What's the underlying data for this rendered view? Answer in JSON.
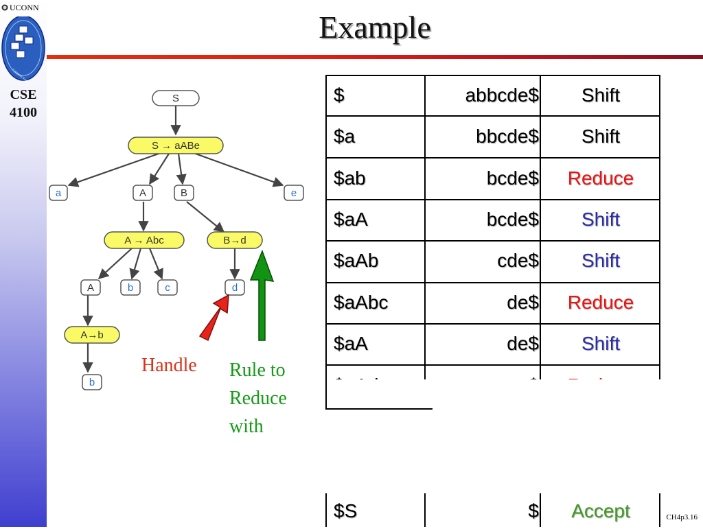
{
  "header": {
    "university": "UCONN",
    "course_code": "CSE",
    "course_number": "4100",
    "logo_caption": "Computer Science and Engineering"
  },
  "title": "Example",
  "tree": {
    "root": "S",
    "rule_top": "S → aABe",
    "leaf_a": "a",
    "nt_A": "A",
    "nt_B": "B",
    "leaf_e": "e",
    "rule_A_Abc": "A → Abc",
    "rule_B_d": "B→d",
    "nt_A2": "A",
    "leaf_b": "b",
    "leaf_c": "c",
    "leaf_d": "d",
    "rule_A_b": "A→b",
    "leaf_b2": "b"
  },
  "annotations": {
    "handle": "Handle",
    "rule_to_reduce": [
      "Rule to",
      "Reduce",
      "with"
    ]
  },
  "table": {
    "rows": [
      {
        "stack": "$",
        "input": "abbcde$",
        "action": "Shift",
        "color": "#000000"
      },
      {
        "stack": "$a",
        "input": "bbcde$",
        "action": "Shift",
        "color": "#000000"
      },
      {
        "stack": "$ab",
        "input": "bcde$",
        "action": "Reduce",
        "color": "#ee1111"
      },
      {
        "stack": "$aA",
        "input": "bcde$",
        "action": "Shift",
        "color": "#2b2baa"
      },
      {
        "stack": "$aAb",
        "input": "cde$",
        "action": "Shift",
        "color": "#2b2baa"
      },
      {
        "stack": "$aAbc",
        "input": "de$",
        "action": "Reduce",
        "color": "#ee1111"
      },
      {
        "stack": "$aA",
        "input": "de$",
        "action": "Shift",
        "color": "#2b2baa"
      },
      {
        "stack": "$aAd",
        "input": "$",
        "action": "Reduce",
        "color": "#ee1111"
      }
    ],
    "final_row": {
      "stack": "$S",
      "input": "$",
      "action": "Accept",
      "color": "#3f9a1f"
    }
  },
  "colors": {
    "node_fill": "#fafa66",
    "node_stroke": "#555555",
    "leaf_text": "#2a6fc9",
    "handle_arrow": "#e8231b",
    "rule_arrow": "#139313",
    "title_rule": "#d9231a"
  },
  "slide_number": "CH4p3.16"
}
